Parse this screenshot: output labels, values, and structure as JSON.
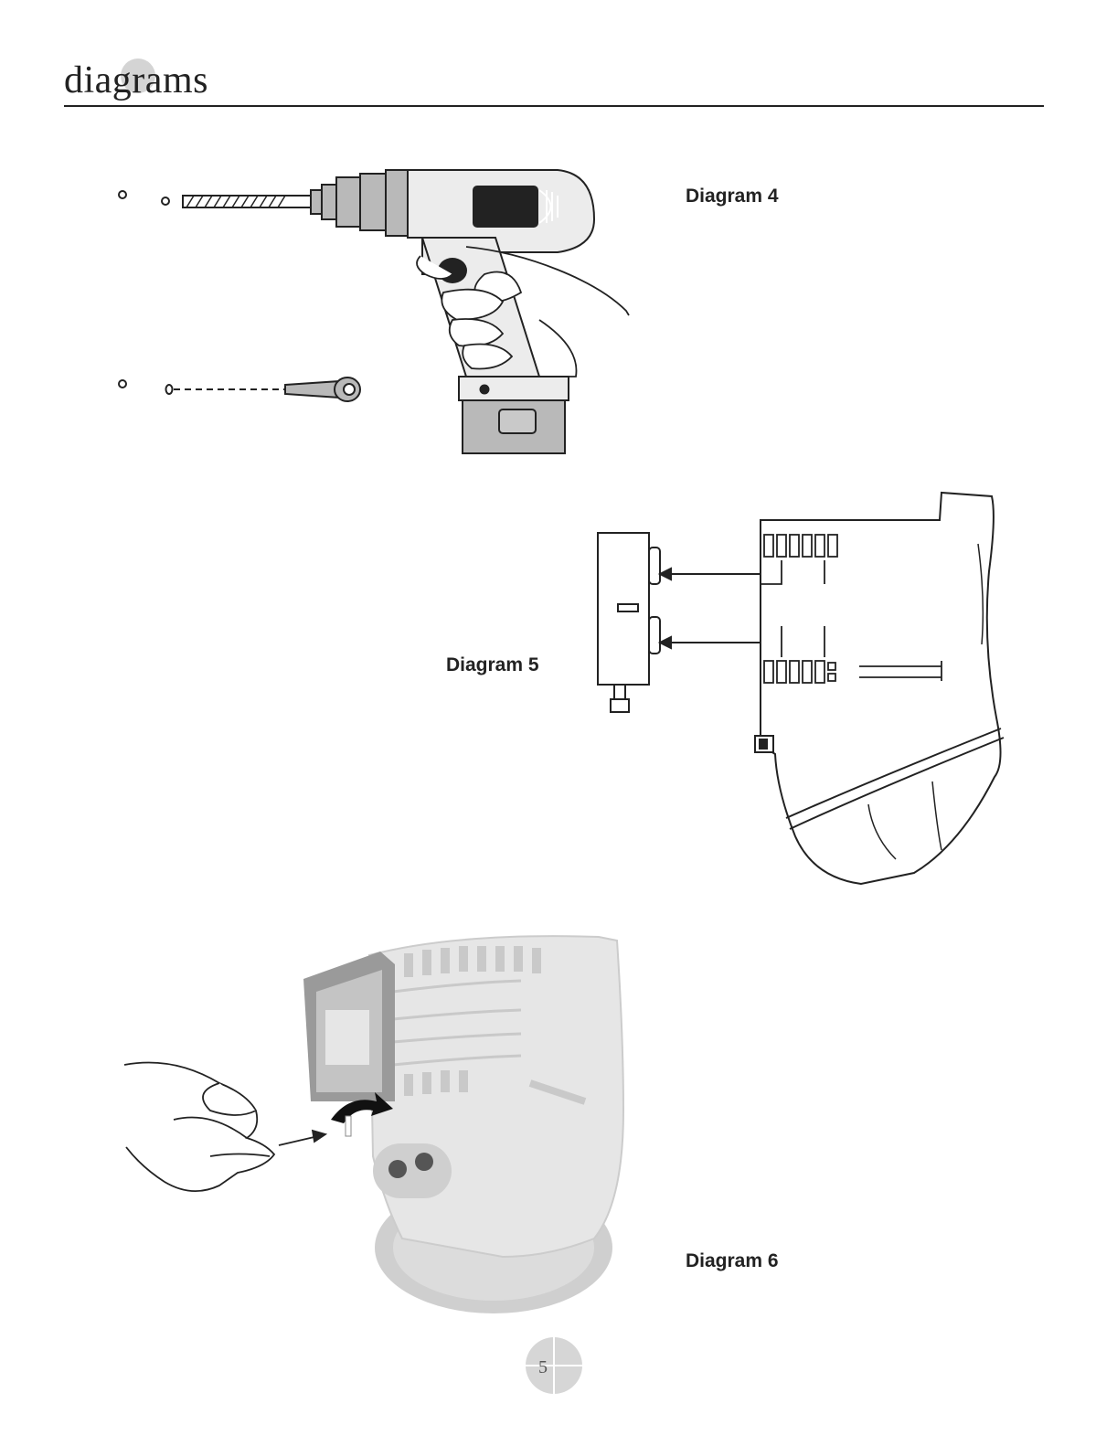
{
  "header": {
    "title": "diagrams"
  },
  "diagrams": [
    {
      "caption": "Diagram 4"
    },
    {
      "caption": "Diagram 5"
    },
    {
      "caption": "Diagram 6"
    }
  ],
  "footer": {
    "page_number": "5"
  },
  "colors": {
    "text": "#222222",
    "rule": "#222222",
    "tool_grey": "#b9b9b9",
    "badge_grey": "#d6d6d6"
  }
}
